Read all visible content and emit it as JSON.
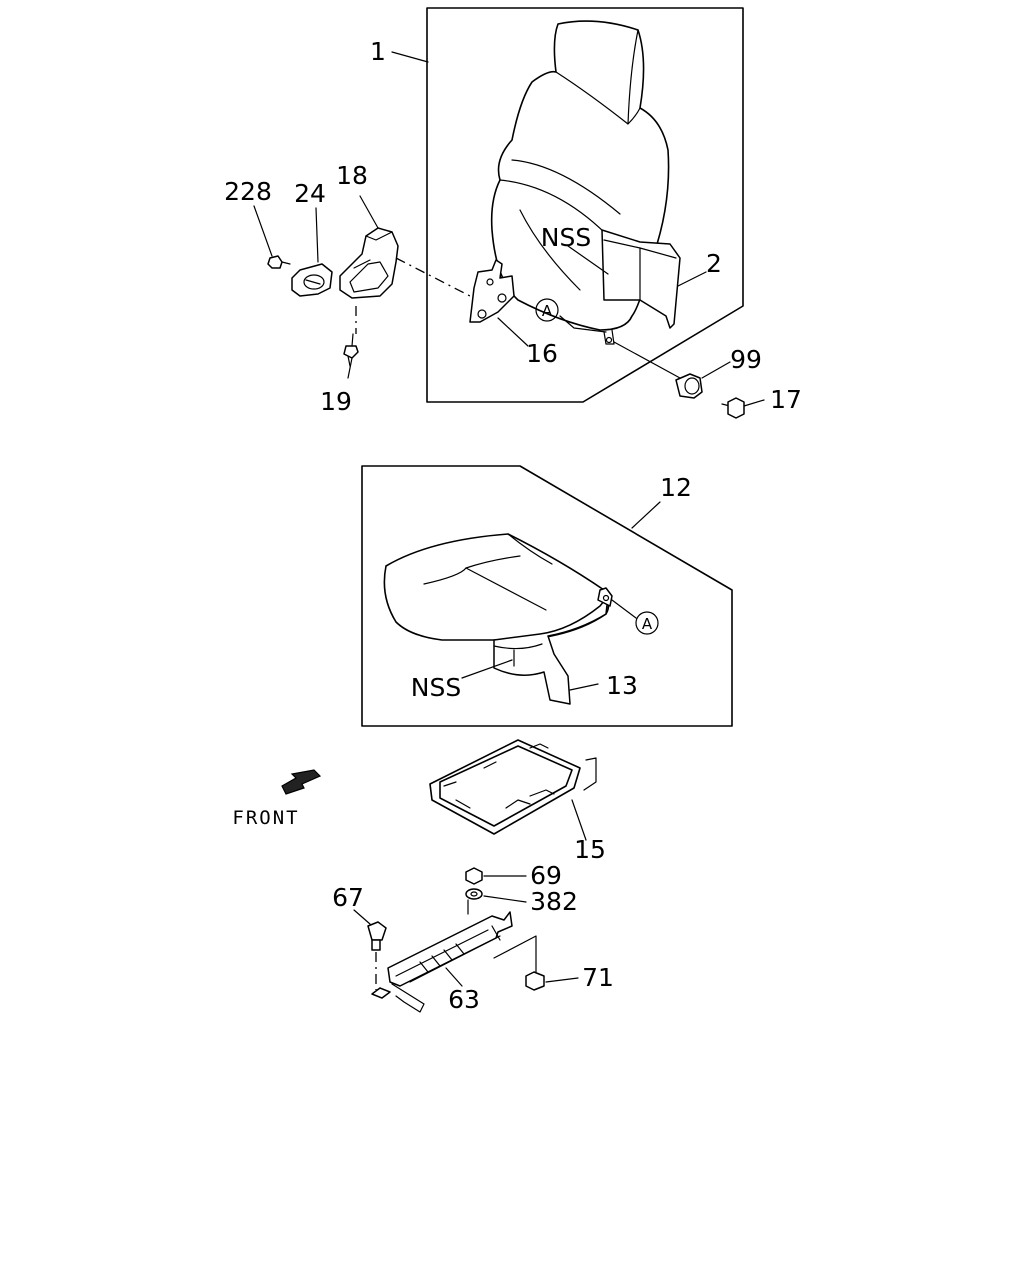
{
  "diagram": {
    "callouts": {
      "p1": "1",
      "p2": "2",
      "p12": "12",
      "p13": "13",
      "p15": "15",
      "p16": "16",
      "p17": "17",
      "p18": "18",
      "p19": "19",
      "p24": "24",
      "p63": "63",
      "p67": "67",
      "p69": "69",
      "p71": "71",
      "p99": "99",
      "p228": "228",
      "p382": "382"
    },
    "nss_back": "NSS",
    "nss_cushion": "NSS",
    "ref_mark_back": "A",
    "ref_mark_cushion": "A",
    "direction_label": "FRONT"
  }
}
